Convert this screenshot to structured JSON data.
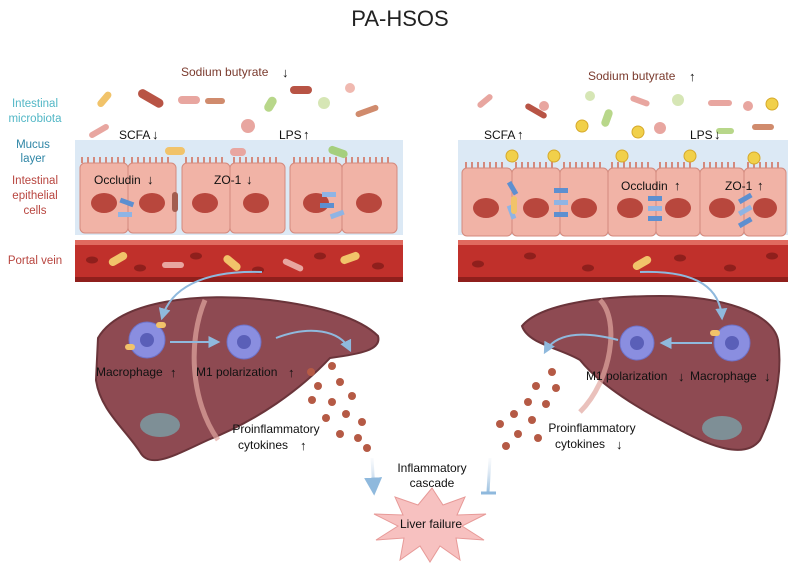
{
  "title": "PA-HSOS",
  "left_labels": {
    "microbiota": "Intestinal microbiota",
    "microbiota_line1": "Intestinal",
    "microbiota_line2": "microbiota",
    "mucus_line1": "Mucus",
    "mucus_line2": "layer",
    "epithelial_line1": "Intestinal",
    "epithelial_line2": "epithelial",
    "epithelial_line3": "cells",
    "portal_vein": "Portal vein"
  },
  "left_panel": {
    "sodium_butyrate": "Sodium butyrate",
    "sodium_butyrate_arrow": "↓",
    "scfa": "SCFA",
    "scfa_arrow": "↓",
    "lps": "LPS",
    "lps_arrow": "↑",
    "occludin": "Occludin",
    "occludin_arrow": "↓",
    "zo1": "ZO-1",
    "zo1_arrow": "↓",
    "macrophage": "Macrophage",
    "macrophage_arrow": "↑",
    "m1": "M1 polarization",
    "m1_arrow": "↑",
    "cytokines_line1": "Proinflammatory",
    "cytokines_line2": "cytokines",
    "cytokines_arrow": "↑"
  },
  "right_panel": {
    "sodium_butyrate": "Sodium butyrate",
    "sodium_butyrate_arrow": "↑",
    "scfa": "SCFA",
    "scfa_arrow": "↑",
    "lps": "LPS",
    "lps_arrow": "↓",
    "occludin": "Occludin",
    "occludin_arrow": "↑",
    "zo1": "ZO-1",
    "zo1_arrow": "↑",
    "m1": "M1 polarization",
    "m1_arrow": "↓",
    "macrophage": "Macrophage",
    "macrophage_arrow": "↓",
    "cytokines_line1": "Proinflammatory",
    "cytokines_line2": "cytokines",
    "cytokines_arrow": "↓"
  },
  "center": {
    "cascade_line1": "Inflammatory",
    "cascade_line2": "cascade",
    "outcome": "Liver failure"
  },
  "colors": {
    "mucus": "#dce9f5",
    "cell": "#f1b3a6",
    "nucleus": "#b8473d",
    "vein": "#c0302b",
    "liver": "#8e4a52",
    "macrophage": "#8a8ee0",
    "cytokine": "#b55a45",
    "burst": "#f7c1c0",
    "teal_label": "#52b7c6",
    "blue_label": "#2f86a6",
    "red_label": "#b8453f"
  }
}
